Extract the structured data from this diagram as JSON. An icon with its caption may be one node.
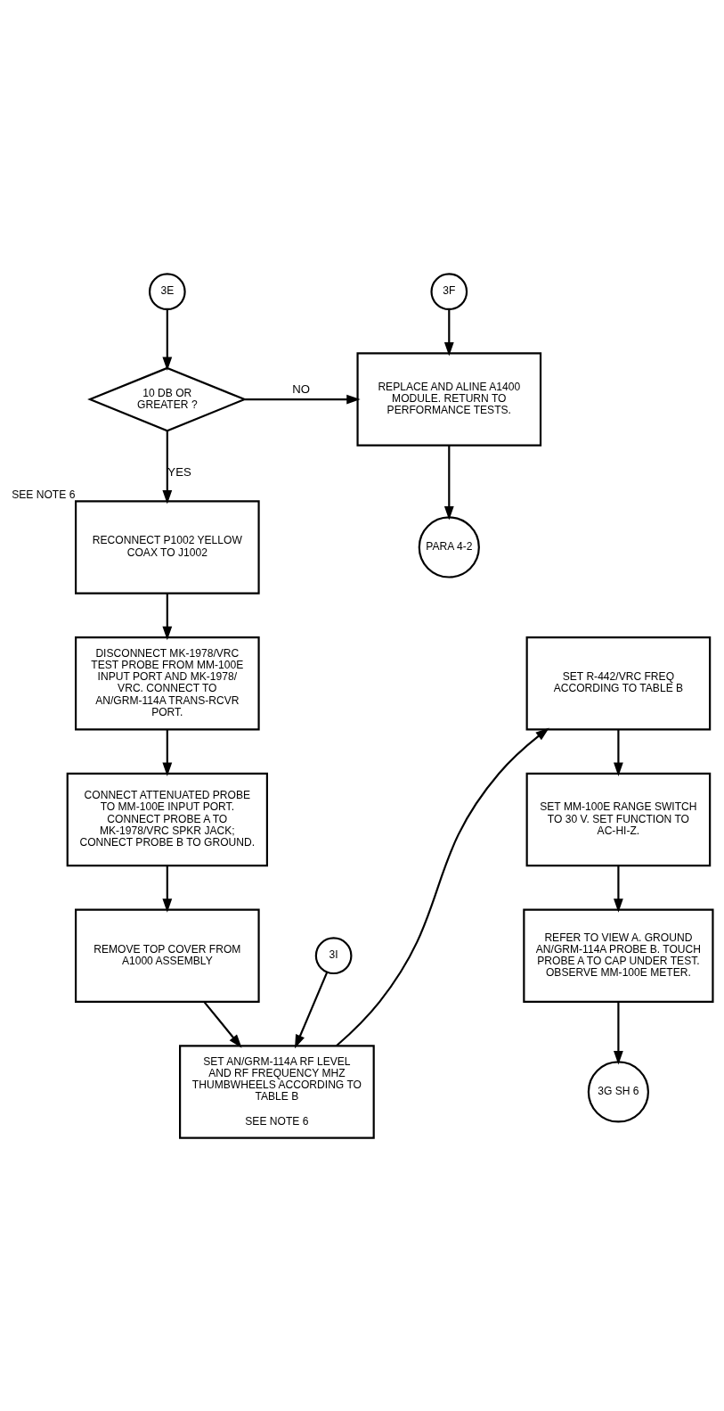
{
  "diagram": {
    "nodes": [
      {
        "text": [
          "3E"
        ]
      },
      {
        "text": [
          "3F"
        ]
      },
      {
        "text": [
          "10 DB OR GREATER ?"
        ]
      },
      {
        "text": [
          "REPLACE AND ALINE A1400 MODULE. RETURN TO PERFORMANCE TESTS."
        ]
      },
      {
        "text": [
          "RECONNECT P1002 YELLOW COAX TO J1002"
        ],
        "beside": [
          "SEE NOTE 6"
        ]
      },
      {
        "text": [
          "PARA 4-2"
        ]
      },
      {
        "text": [
          "DISCONNECT MK-1978/VRC TEST PROBE FROM MM-100E INPUT PORT AND MK-1978/ VRC. CONNECT TO AN/GRM-114A TRANS-RCVR PORT."
        ]
      },
      {
        "text": [
          "CONNECT ATTENUATED PROBE TO MM-100E INPUT PORT. CONNECT PROBE A TO MK-1978/VRC SPKR JACK; CONNECT PROBE B TO GROUND."
        ]
      },
      {
        "text": [
          "REMOVE TOP COVER FROM A1000 ASSEMBLY"
        ]
      },
      {
        "text": [
          "3I"
        ]
      },
      {
        "text": [
          "SET AN/GRM-114A RF LEVEL AND RF FREQUENCY MHZ THUMBWHEELS ACCORDING TO TABLE B",
          "SEE NOTE 6"
        ]
      },
      {
        "text": [
          "SET R-442/VRC FREQ ACCORDING TO TABLE B"
        ]
      },
      {
        "text": [
          "SET MM-100E RANGE SWITCH TO 30 V. SET FUNCTION TO AC-HI-Z."
        ]
      },
      {
        "text": [
          "REFER TO VIEW A. GROUND AN/GRM-114A PROBE B. TOUCH PROBE A TO CAP UNDER TEST. OBSERVE MM-100E METER."
        ]
      },
      {
        "text": [
          "3G SH 6"
        ]
      }
    ],
    "edges": [
      {
        "from": 0,
        "to": 2,
        "arrow": "to"
      },
      {
        "from": 1,
        "to": 3,
        "arrow": "to"
      },
      {
        "from": 2,
        "to": 3,
        "arrow": "to",
        "label": "NO"
      },
      {
        "from": 2,
        "to": 4,
        "arrow": "to",
        "label": "YES"
      },
      {
        "from": 3,
        "to": 5,
        "arrow": "to"
      },
      {
        "from": 4,
        "to": 6,
        "arrow": "to"
      },
      {
        "from": 6,
        "to": 7,
        "arrow": "to"
      },
      {
        "from": 7,
        "to": 8,
        "arrow": "to"
      },
      {
        "from": 8,
        "to": 10,
        "arrow": "to"
      },
      {
        "from": 9,
        "to": 10,
        "arrow": "to"
      },
      {
        "from": 10,
        "to": 11,
        "arrow": "to"
      },
      {
        "from": 11,
        "to": 12,
        "arrow": "to"
      },
      {
        "from": 12,
        "to": 13,
        "arrow": "to"
      },
      {
        "from": 13,
        "to": 14,
        "arrow": "to"
      }
    ]
  }
}
